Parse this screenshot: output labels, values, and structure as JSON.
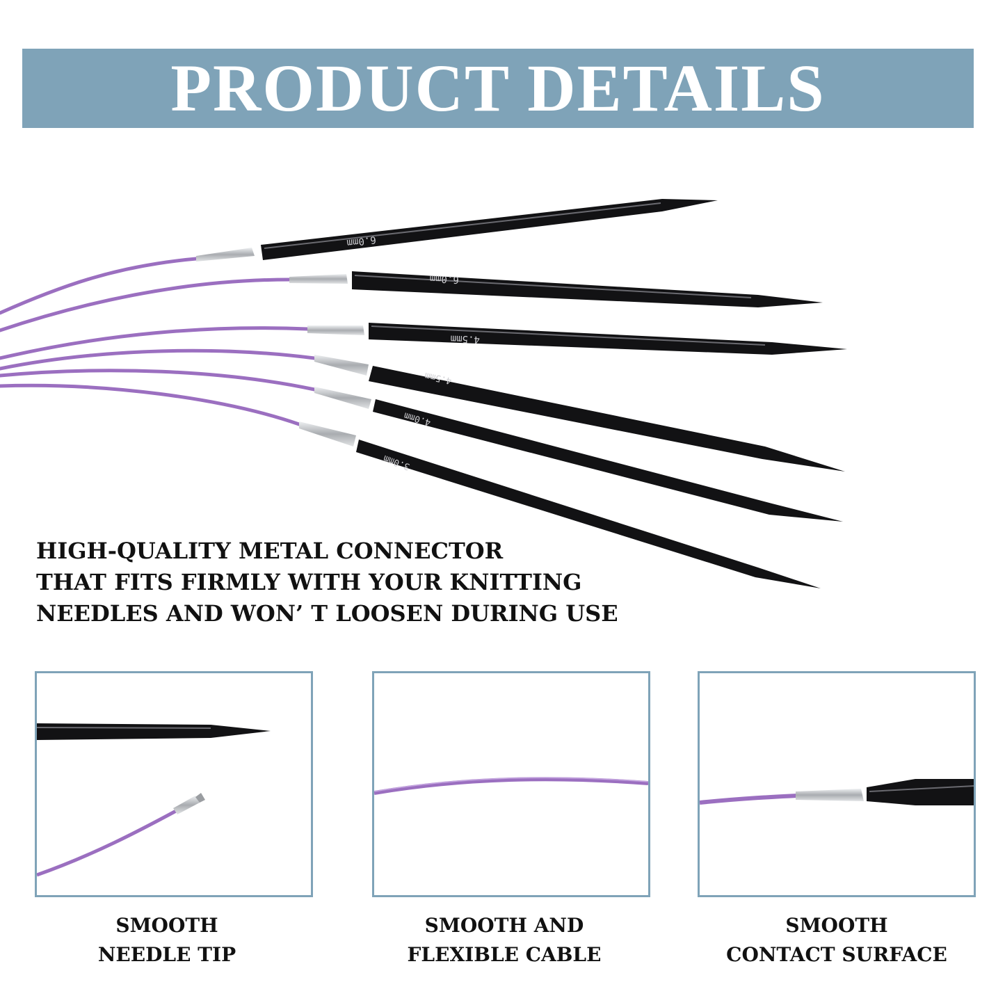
{
  "header": {
    "title": "PRODUCT DETAILS"
  },
  "hero": {
    "needle_labels": [
      "6.0mm",
      "6.0mm",
      "4.5mm",
      "4.5mm",
      "4.0mm",
      "3.0mm"
    ],
    "description": "HIGH-QUALITY METAL CONNECTOR\nTHAT FITS FIRMLY WITH YOUR KNITTING\nNEEDLES AND WON’ T LOOSEN DURING USE"
  },
  "features": [
    {
      "caption": "SMOOTH\nNEEDLE TIP"
    },
    {
      "caption": "SMOOTH AND\nFLEXIBLE CABLE"
    },
    {
      "caption": "SMOOTH\nCONTACT SURFACE"
    }
  ],
  "colors": {
    "banner": "#7fa3b8",
    "cable": "#9b6fc0",
    "needle": "#121214",
    "connector": "#c7c9cc"
  }
}
